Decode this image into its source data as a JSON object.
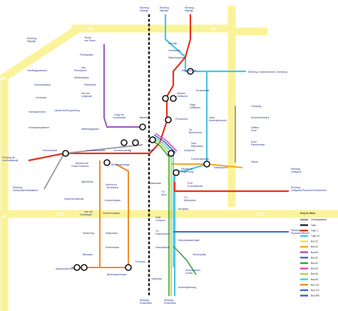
{
  "roads": {
    "color": "#fbf39a",
    "labels": [
      "A13",
      "A13",
      "A4",
      "A4",
      "A13",
      "A13"
    ]
  },
  "lines": {
    "rail": "#222222",
    "tram1": "#e5321e",
    "tram19": "#49c5e6",
    "bus40": "#f5a623",
    "bus60": "#9b59b6",
    "bus62": "#3aa335",
    "bus69": "#45d1c8",
    "bus63": "#e04ab4",
    "bus121": "#f28c28",
    "bus174": "#3b6bc9",
    "bus455": "#5a58b0",
    "overstap": "#999999"
  },
  "directions": {
    "rijswijk_left": "Richting\nRijswijk",
    "rijswijk_top1": "Richting\nRijswijk",
    "rijswijk_top2": "Richting\nRijswijk",
    "rijswijk_top3": "Richting\nRijswijk",
    "leidschenveen": "Richting Leidschenveen-Ypenburg",
    "lier": "Richting de\nLier/Naaldwijk",
    "schipluiden": "Richting\nSchipluiden/Maasland",
    "delfgauw": "Richting\nDelfgauw",
    "delfgauw2": "Richting Delfgauw/Pijnacker/Zoetermeer",
    "pijnacker": "Richting Pijnacker/Berkel",
    "rotterdam1": "Richting\nRotterdam",
    "rotterdam2": "Richting\nRotterdam"
  },
  "stations": {
    "west": [
      "Hoefslagpadsdorf",
      "Gesthuislaand",
      "Hermelee",
      "Hamaschheirof",
      "Hoefpadenpleinen",
      "Schoolstraat"
    ],
    "bus60": [
      "Terras\nvan Steen",
      "Perzikplaan",
      "Van\nPamelplein",
      "Westbeltjaan",
      "Parkweide",
      "Van der\nLeijstraat",
      "Lijndenhof/Kuyperweg",
      "Hugo de\nGrootstraat",
      "Watersingplaan"
    ],
    "center": [
      "Balaarlk",
      "Westen\nDelftsche",
      "Prinsenhof",
      "Delft",
      "Zuidpoort",
      "Compostenplaat",
      "Kroekerpaedijg",
      "Beisner lee\nGraaf Goekoes",
      "Borwengesange"
    ],
    "north": [
      "Nootrijk",
      "Verffabriek",
      "Wateringseweg",
      "Beurswoude",
      "Arukastraat",
      "Sage\nDeltaland",
      "Jaap\nMolenijnshoede",
      "De\nBinnenehof",
      "Sam\nRijkenlaan"
    ],
    "east": [
      "Camping",
      "Kindenboerderij",
      "Delftse\nHout",
      "Doef\nPalmestraat",
      "Nieuw"
    ],
    "southwest": [
      "Nijhoffloan",
      "Diepenbrokstraat",
      "Van der\nGoeslingel",
      "Saderweg",
      "Bikstaan",
      "Abtswouderoord"
    ],
    "south": [
      "Mensa ter\nBroekstun",
      "Campertiplaan",
      "Gieserhofplaan",
      "Kalfpolaan",
      "Edelhertaan",
      "Bieleangenstraat",
      "Fuchsan"
    ],
    "tram19": [
      "Nassauplein",
      "Poortenaarplein",
      "Michiel de\nRuijterweg",
      "Prof\nKroeuststraat",
      "TU\nMekelpark",
      "Julianalaan",
      "TU\nAula",
      "Burgweg",
      "Delft\nCampus",
      "TU\nGluyvenpark",
      "Motorspraatthingel",
      "Heertjeslaan",
      "Technopolis",
      "Scheepswerf\nDocter",
      "Vrijenban",
      "Ackerdijkseweg"
    ]
  },
  "legend": {
    "title": "Key to lines",
    "items": [
      {
        "label": "Overstapstation",
        "color": "#999999"
      },
      {
        "label": "Trein",
        "color": "#222222"
      },
      {
        "label": "Tram 1",
        "color": "#e5321e"
      },
      {
        "label": "Tram 19",
        "color": "#49c5e6"
      },
      {
        "label": "Bus 37",
        "color": "#f5e23a"
      },
      {
        "label": "Bus 40",
        "color": "#f5a623"
      },
      {
        "label": "Bus 60",
        "color": "#9b59b6"
      },
      {
        "label": "Bus 61",
        "color": "#3b6bc9"
      },
      {
        "label": "Bus 62",
        "color": "#3aa335"
      },
      {
        "label": "Bus 63",
        "color": "#e04ab4"
      },
      {
        "label": "Bus 64",
        "color": "#b2d235"
      },
      {
        "label": "Bus 69",
        "color": "#45d1c8"
      },
      {
        "label": "Bus 121",
        "color": "#f28c28"
      },
      {
        "label": "Bus 174",
        "color": "#3b6bc9"
      },
      {
        "label": "Bus 455",
        "color": "#5a58b0"
      }
    ]
  }
}
